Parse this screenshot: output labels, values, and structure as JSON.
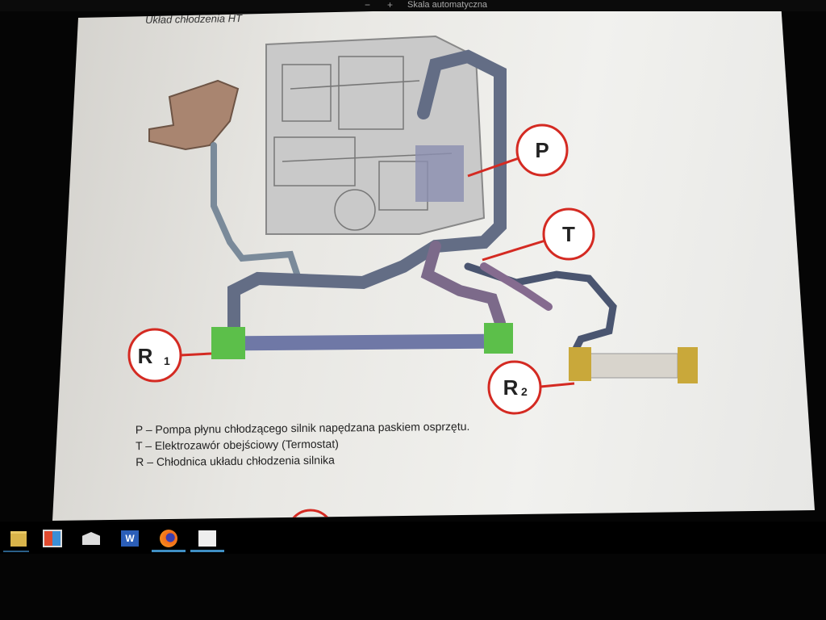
{
  "viewer": {
    "zoom_out": "−",
    "zoom_in": "+",
    "scale_label": "Skala automatyczna"
  },
  "document": {
    "title": "Układ chłodzenia HT",
    "callouts": {
      "pump": "P",
      "thermostat": "T",
      "radiator1": "R",
      "radiator1_sub": "1",
      "radiator2": "R",
      "radiator2_sub": "2"
    },
    "legend": [
      "P – Pompa płynu chłodzącego silnik napędzana paskiem osprzętu.",
      "T – Elektrozawór obejściowy (Termostat)",
      "R – Chłodnica układu chłodzenia silnika"
    ]
  },
  "taskbar": {
    "items": [
      {
        "icon": "file-explorer-icon"
      },
      {
        "icon": "store-icon"
      },
      {
        "icon": "mail-icon"
      },
      {
        "icon": "word-icon",
        "label": "W"
      },
      {
        "icon": "firefox-icon"
      },
      {
        "icon": "photos-icon"
      }
    ]
  },
  "colors": {
    "callout_red": "#d42a22",
    "taskbar_accent": "#3f8fc4"
  }
}
